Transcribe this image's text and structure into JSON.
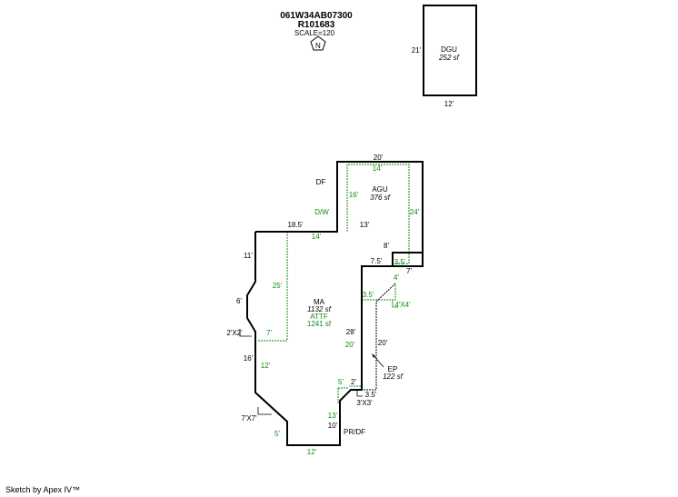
{
  "header": {
    "parcel_id": "061W34AB07300",
    "record_id": "R101683",
    "scale": "SCALE=120",
    "north_icon": "north-arrow-icon",
    "north_label": "N"
  },
  "dgu": {
    "name": "DGU",
    "area": "252 sf",
    "height_label": "21'",
    "width_label": "12'"
  },
  "agu": {
    "name": "AGU",
    "area": "376 sf",
    "top_label": "20'",
    "inner_top": "14'",
    "inner_left": "16'",
    "inner_right": "24'",
    "bottom_right_black": "7'",
    "bottom_right_green": "3.5'"
  },
  "labels": {
    "df": "DF",
    "dw": "D/W",
    "top_left_black": "18.5'",
    "top_left_green": "14'",
    "top_mid_black": "13'",
    "step_8": "8'",
    "step_75": "7.5'",
    "left_11": "11'",
    "left_25": "25'",
    "left_6": "6'",
    "notch_2x2": "2'X2'",
    "inner_7": "7'",
    "left_16": "16'",
    "green_12_left": "12'",
    "corner_7x7": "7'X7'",
    "bottom_5": "5'",
    "bottom_12": "12'",
    "ep_10": "10'",
    "green_13": "13'",
    "green_5_small": "5'",
    "black_2": "2'",
    "right_28": "28'",
    "right_20_green": "20'",
    "green_35": "3.5'",
    "green_4": "4'",
    "green_4x4": "4'X4'",
    "ep_20": "20'",
    "ep_35": "3.5'",
    "ep_3x3": "3'X3'",
    "pr_df": "PR/DF"
  },
  "ma": {
    "name": "MA",
    "area": "1132 sf",
    "attf_label": "ATTF",
    "attf_area": "1241 sf"
  },
  "ep": {
    "name": "EP",
    "area": "122 sf"
  },
  "footer": {
    "credit": "Sketch by Apex IV™"
  },
  "colors": {
    "outline": "#000000",
    "green_lines": "#108a10"
  }
}
